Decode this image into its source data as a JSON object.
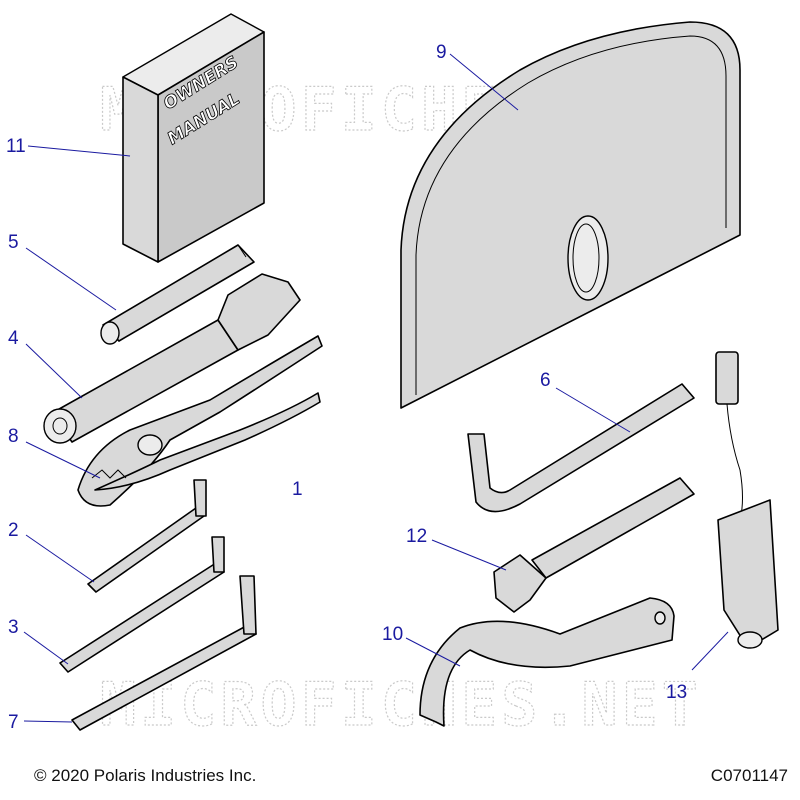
{
  "watermark": "MICROFICHES.NET",
  "book_cover_lines": [
    "OWNERS",
    "MANUAL"
  ],
  "callouts": [
    {
      "id": "11",
      "label": "11"
    },
    {
      "id": "5",
      "label": "5"
    },
    {
      "id": "4",
      "label": "4"
    },
    {
      "id": "8",
      "label": "8"
    },
    {
      "id": "1",
      "label": "1"
    },
    {
      "id": "2",
      "label": "2"
    },
    {
      "id": "3",
      "label": "3"
    },
    {
      "id": "7",
      "label": "7"
    },
    {
      "id": "9",
      "label": "9"
    },
    {
      "id": "6",
      "label": "6"
    },
    {
      "id": "12",
      "label": "12"
    },
    {
      "id": "10",
      "label": "10"
    },
    {
      "id": "13",
      "label": "13"
    }
  ],
  "footer": {
    "copyright": "© 2020 Polaris Industries Inc.",
    "code": "C0701147"
  }
}
